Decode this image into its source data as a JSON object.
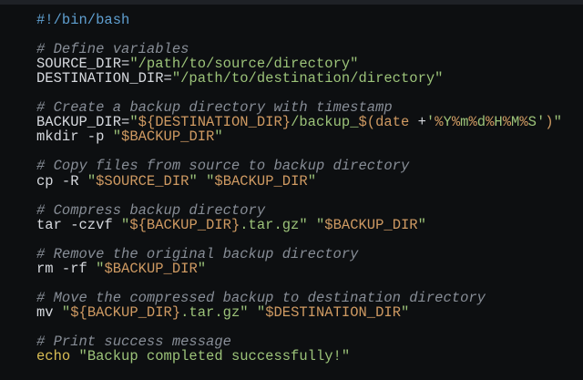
{
  "code": {
    "language": "bash",
    "palette": {
      "p": "#d6d9de",
      "c": "#878d96",
      "s": "#9cc379",
      "v": "#cf9a62",
      "b": "#5f9fd0",
      "y": "#d9bd54"
    },
    "palette_legend": {
      "p": "plain-text",
      "c": "comment",
      "s": "string",
      "v": "variable-expansion",
      "b": "shebang",
      "y": "builtin-command"
    },
    "lines": [
      [
        [
          "b",
          "#!/bin/bash"
        ]
      ],
      [],
      [
        [
          "c",
          "# Define variables"
        ]
      ],
      [
        [
          "p",
          "SOURCE_DIR="
        ],
        [
          "s",
          "\"/path/to/source/directory\""
        ]
      ],
      [
        [
          "p",
          "DESTINATION_DIR="
        ],
        [
          "s",
          "\"/path/to/destination/directory\""
        ]
      ],
      [],
      [
        [
          "c",
          "# Create a backup directory with timestamp"
        ]
      ],
      [
        [
          "p",
          "BACKUP_DIR="
        ],
        [
          "s",
          "\""
        ],
        [
          "v",
          "${DESTINATION_DIR}"
        ],
        [
          "s",
          "/backup_"
        ],
        [
          "v",
          "$(date"
        ],
        [
          "p",
          " +"
        ],
        [
          "s",
          "'"
        ],
        [
          "v",
          "%"
        ],
        [
          "s",
          "Y"
        ],
        [
          "v",
          "%"
        ],
        [
          "s",
          "m"
        ],
        [
          "v",
          "%"
        ],
        [
          "s",
          "d"
        ],
        [
          "v",
          "%"
        ],
        [
          "s",
          "H"
        ],
        [
          "v",
          "%"
        ],
        [
          "s",
          "M"
        ],
        [
          "v",
          "%"
        ],
        [
          "s",
          "S"
        ],
        [
          "s",
          "'"
        ],
        [
          "v",
          ")"
        ],
        [
          "s",
          "\""
        ]
      ],
      [
        [
          "p",
          "mkdir -p "
        ],
        [
          "s",
          "\""
        ],
        [
          "v",
          "$BACKUP_DIR"
        ],
        [
          "s",
          "\""
        ]
      ],
      [],
      [
        [
          "c",
          "# Copy files from source to backup directory"
        ]
      ],
      [
        [
          "p",
          "cp -R "
        ],
        [
          "s",
          "\""
        ],
        [
          "v",
          "$SOURCE_DIR"
        ],
        [
          "s",
          "\""
        ],
        [
          "p",
          " "
        ],
        [
          "s",
          "\""
        ],
        [
          "v",
          "$BACKUP_DIR"
        ],
        [
          "s",
          "\""
        ]
      ],
      [],
      [
        [
          "c",
          "# Compress backup directory"
        ]
      ],
      [
        [
          "p",
          "tar -czvf "
        ],
        [
          "s",
          "\""
        ],
        [
          "v",
          "${BACKUP_DIR}"
        ],
        [
          "s",
          ".tar.gz\""
        ],
        [
          "p",
          " "
        ],
        [
          "s",
          "\""
        ],
        [
          "v",
          "$BACKUP_DIR"
        ],
        [
          "s",
          "\""
        ]
      ],
      [],
      [
        [
          "c",
          "# Remove the original backup directory"
        ]
      ],
      [
        [
          "p",
          "rm -rf "
        ],
        [
          "s",
          "\""
        ],
        [
          "v",
          "$BACKUP_DIR"
        ],
        [
          "s",
          "\""
        ]
      ],
      [],
      [
        [
          "c",
          "# Move the compressed backup to destination directory"
        ]
      ],
      [
        [
          "p",
          "mv "
        ],
        [
          "s",
          "\""
        ],
        [
          "v",
          "${BACKUP_DIR}"
        ],
        [
          "s",
          ".tar.gz\""
        ],
        [
          "p",
          " "
        ],
        [
          "s",
          "\""
        ],
        [
          "v",
          "$DESTINATION_DIR"
        ],
        [
          "s",
          "\""
        ]
      ],
      [],
      [
        [
          "c",
          "# Print success message"
        ]
      ],
      [
        [
          "y",
          "echo "
        ],
        [
          "s",
          "\"Backup completed successfully!\""
        ]
      ]
    ]
  }
}
